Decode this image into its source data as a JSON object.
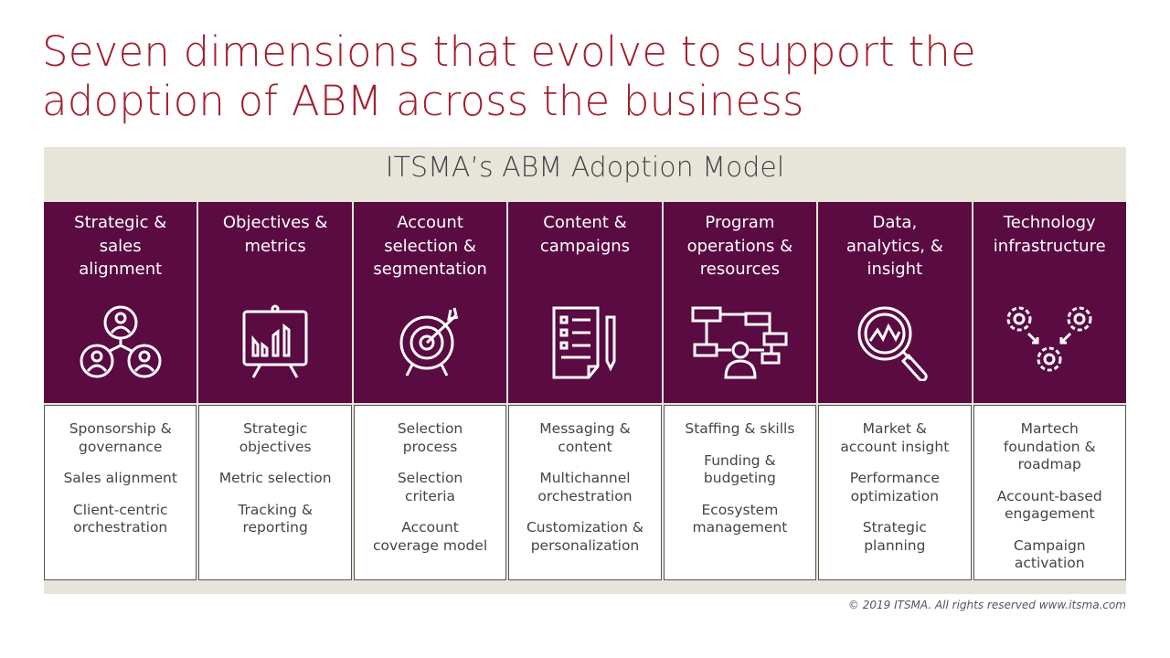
{
  "title": "Seven dimensions that evolve to support the adoption of ABM across the business",
  "model_title": "ITSMA’s ABM Adoption Model",
  "columns": [
    {
      "label": "Strategic &\nsales\nalignment",
      "icon": "people-network-icon",
      "items": [
        "Sponsorship &\ngovernance",
        "Sales alignment",
        "Client-centric\norchestration"
      ]
    },
    {
      "label": "Objectives &\nmetrics",
      "icon": "chart-easel-icon",
      "items": [
        "Strategic\nobjectives",
        "Metric selection",
        "Tracking &\nreporting"
      ]
    },
    {
      "label": "Account\nselection &\nsegmentation",
      "icon": "target-icon",
      "items": [
        "Selection\nprocess",
        "Selection\ncriteria",
        "Account\ncoverage model"
      ]
    },
    {
      "label": "Content &\ncampaigns",
      "icon": "document-pencil-icon",
      "items": [
        "Messaging &\ncontent",
        "Multichannel\norchestration",
        "Customization &\npersonalization"
      ]
    },
    {
      "label": "Program\noperations &\nresources",
      "icon": "org-chart-person-icon",
      "items": [
        "Staffing & skills",
        "Funding &\nbudgeting",
        "Ecosystem\nmanagement"
      ]
    },
    {
      "label": "Data,\nanalytics, &\ninsight",
      "icon": "magnifier-chart-icon",
      "items": [
        "Market &\naccount insight",
        "Performance\noptimization",
        "Strategic\nplanning"
      ]
    },
    {
      "label": "Technology\ninfrastructure",
      "icon": "gears-icon",
      "items": [
        "Martech\nfoundation &\nroadmap",
        "Account-based\nengagement",
        "Campaign\nactivation"
      ]
    }
  ],
  "copyright": "© 2019  ITSMA. All rights reserved  www.itsma.com",
  "colors": {
    "title": "#a3202f",
    "header": "#5a0b41",
    "band": "#e7e5da"
  }
}
